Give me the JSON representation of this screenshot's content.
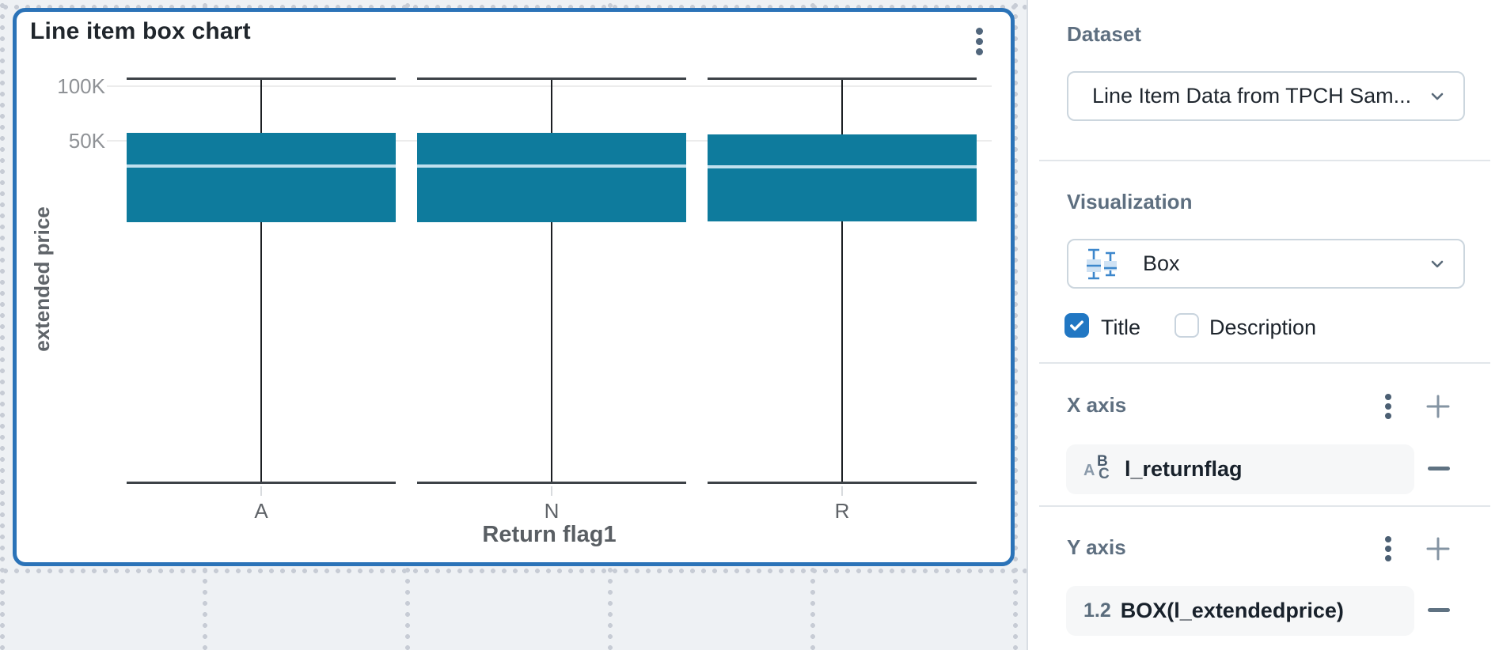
{
  "card": {
    "title": "Line item box chart"
  },
  "chart_data": {
    "type": "box",
    "title": "Line item box chart",
    "xlabel": "Return flag1",
    "ylabel": "extended price",
    "categories": [
      "A",
      "N",
      "R"
    ],
    "series": [
      {
        "category": "A",
        "min": 650,
        "q1": 17800,
        "median": 36400,
        "q3": 55200,
        "max": 109800
      },
      {
        "category": "N",
        "min": 650,
        "q1": 17800,
        "median": 36400,
        "q3": 55200,
        "max": 109800
      },
      {
        "category": "R",
        "min": 650,
        "q1": 17900,
        "median": 36000,
        "q3": 54300,
        "max": 109800
      }
    ],
    "y_axis": {
      "scale": "log",
      "ticks": [
        {
          "label": "100K",
          "value": 100000
        },
        {
          "label": "50K",
          "value": 50000
        }
      ]
    },
    "legend": "none",
    "grid": "horizontal",
    "box_color": "#0e7b9d",
    "median_color": "#bfe0ee",
    "whisker_color": "#1c1f23",
    "cap_color": "#3d4247"
  },
  "panel": {
    "dataset": {
      "label": "Dataset",
      "value": "Line Item Data from TPCH Sam..."
    },
    "visualization": {
      "label": "Visualization",
      "value": "Box"
    },
    "options": {
      "title": {
        "label": "Title",
        "checked": true
      },
      "description": {
        "label": "Description",
        "checked": false
      }
    },
    "x_axis": {
      "label": "X axis",
      "fields": [
        {
          "type": "text",
          "name": "l_returnflag"
        }
      ]
    },
    "y_axis": {
      "label": "Y axis",
      "fields": [
        {
          "type": "number",
          "name": "BOX(l_extendedprice)"
        }
      ]
    }
  },
  "icons": {
    "abc": [
      "A",
      "B",
      "C"
    ],
    "number": "1.2"
  },
  "colors": {
    "card_border": "#2b73b8",
    "box_fill": "#0e7b9d",
    "checkbox_checked": "#2177c3",
    "canvas_bg": "#eef1f4",
    "panel_heading": "#5e6f80"
  }
}
